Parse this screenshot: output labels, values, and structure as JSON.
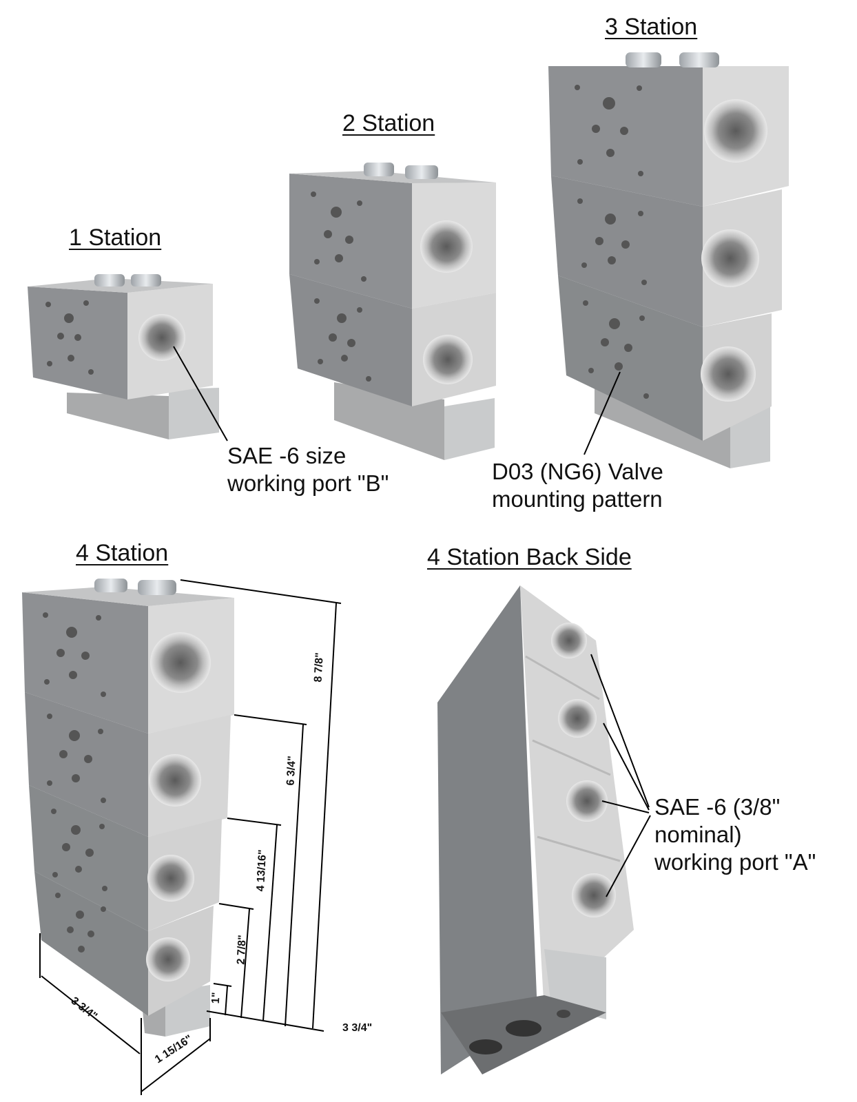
{
  "titles": {
    "one_station": "1 Station",
    "two_station": "2 Station",
    "three_station": "3 Station",
    "four_station": "4 Station",
    "four_station_back": "4 Station Back Side"
  },
  "callouts": {
    "port_b": [
      "SAE -6 size",
      "working port \"B\""
    ],
    "valve_pattern": [
      "D03 (NG6) Valve",
      "mounting pattern"
    ],
    "port_a": [
      "SAE -6 (3/8\"",
      "nominal)",
      "working port \"A\""
    ]
  },
  "dimensions": {
    "total_height": "8 7/8\"",
    "three_height": "6 3/4\"",
    "two_height": "4 13/16\"",
    "one_height": "2 7/8\"",
    "base_height": "1\"",
    "depth_bottom": "3 3/4\"",
    "length": "3 3/4\"",
    "width": "1 15/16\""
  },
  "colors": {
    "block_front": "#8e9093",
    "block_side": "#d9d9d9",
    "block_top": "#c4c5c6",
    "base": "#a9aaab",
    "background": "#ffffff"
  },
  "icons": [
    "manifold-block-icon",
    "port-hole-icon",
    "fitting-icon"
  ]
}
